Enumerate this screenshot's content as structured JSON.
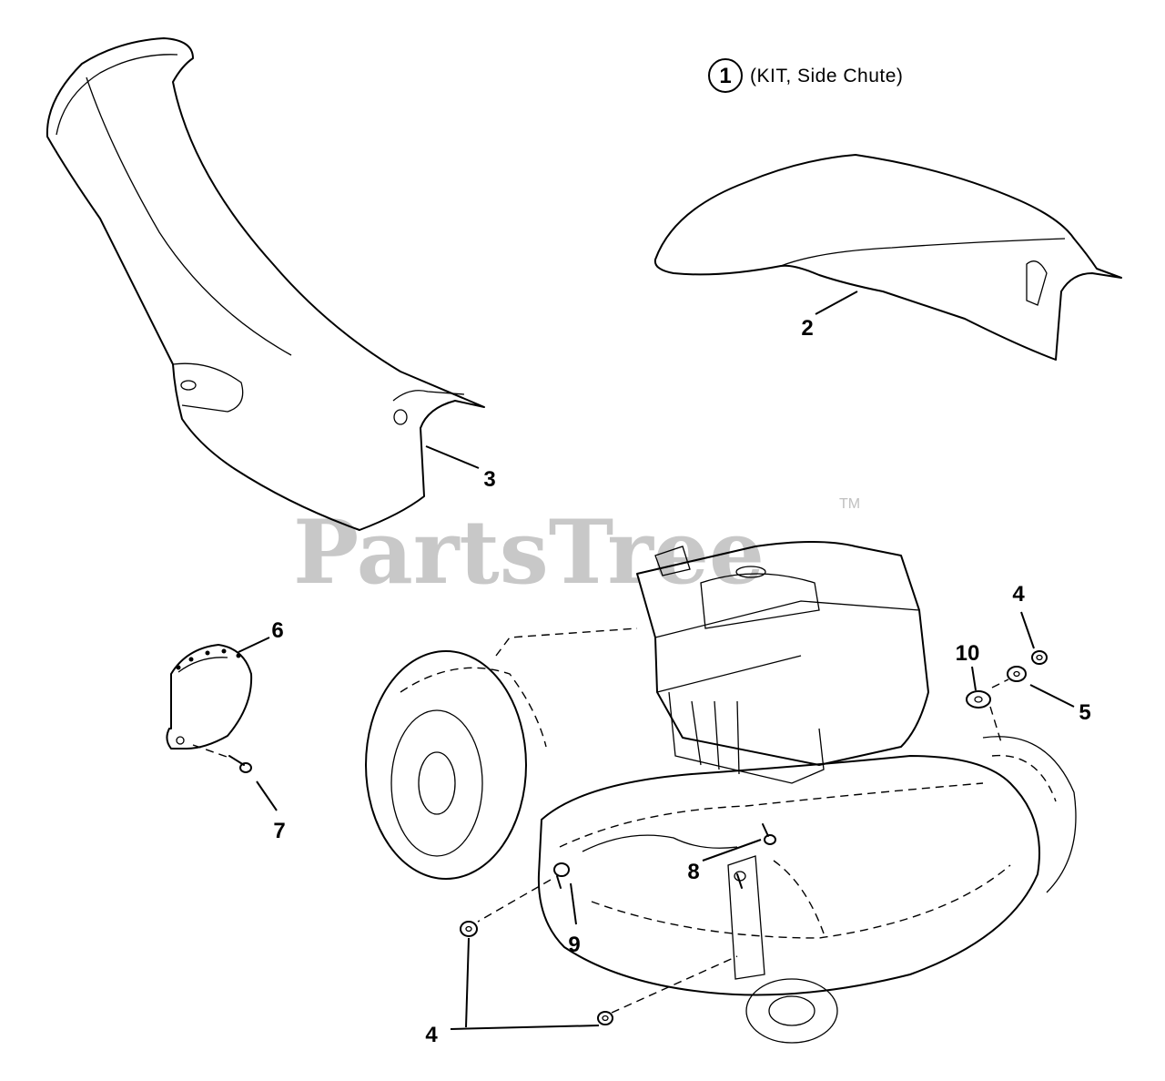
{
  "kit": {
    "number": "1",
    "label": "(KIT, Side Chute)"
  },
  "watermark": {
    "text": "PartsTree",
    "tm": "TM"
  },
  "callouts": {
    "c2": "2",
    "c3": "3",
    "c4a": "4",
    "c4b": "4",
    "c5": "5",
    "c6": "6",
    "c7": "7",
    "c8": "8",
    "c9": "9",
    "c10": "10"
  }
}
